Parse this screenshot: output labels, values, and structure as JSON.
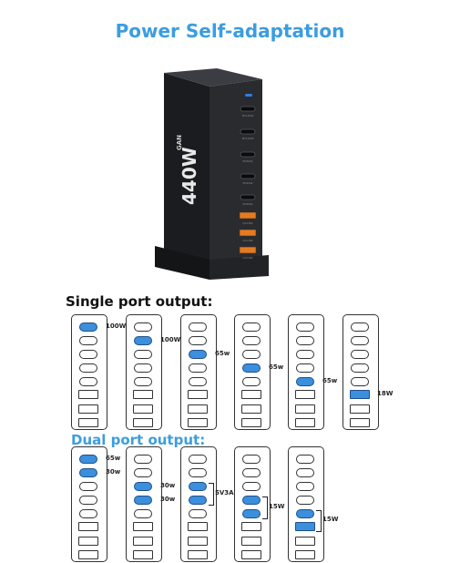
{
  "title": "Power Self-adaptation",
  "single_section": {
    "label": "Single port output:",
    "diagrams": [
      {
        "active": 0,
        "watt": "100W"
      },
      {
        "active": 1,
        "watt": "100W"
      },
      {
        "active": 2,
        "watt": "65w"
      },
      {
        "active": 3,
        "watt": "65w"
      },
      {
        "active": 4,
        "watt": "65w"
      },
      {
        "active": 5,
        "watt": "18W"
      }
    ]
  },
  "dual_section": {
    "label": "Dual port output:",
    "diagrams": [
      {
        "active": [
          0,
          1
        ],
        "watts": [
          "65w",
          "30w"
        ]
      },
      {
        "active": [
          2,
          3
        ],
        "watts": [
          "30w",
          "30w"
        ]
      },
      {
        "active": [
          2,
          3
        ],
        "watts": [
          "5V3A"
        ]
      },
      {
        "active": [
          3,
          4
        ],
        "watts": [
          "15W"
        ]
      },
      {
        "active": [
          4,
          5
        ],
        "watts": [
          "15W"
        ]
      }
    ]
  },
  "charger": {
    "brand_line": "440W",
    "gan_text": "GAN",
    "port_tags": [
      "PD100W",
      "PD100W",
      "PD65W",
      "PD65W",
      "PD65W",
      "QC18W",
      "QC18W",
      "QC18W"
    ],
    "indicator_color": "#2f7fe0",
    "usb_a_color": "#e67a20"
  },
  "colors": {
    "title": "#3b9de0",
    "active_port": "#3b8fdc"
  }
}
